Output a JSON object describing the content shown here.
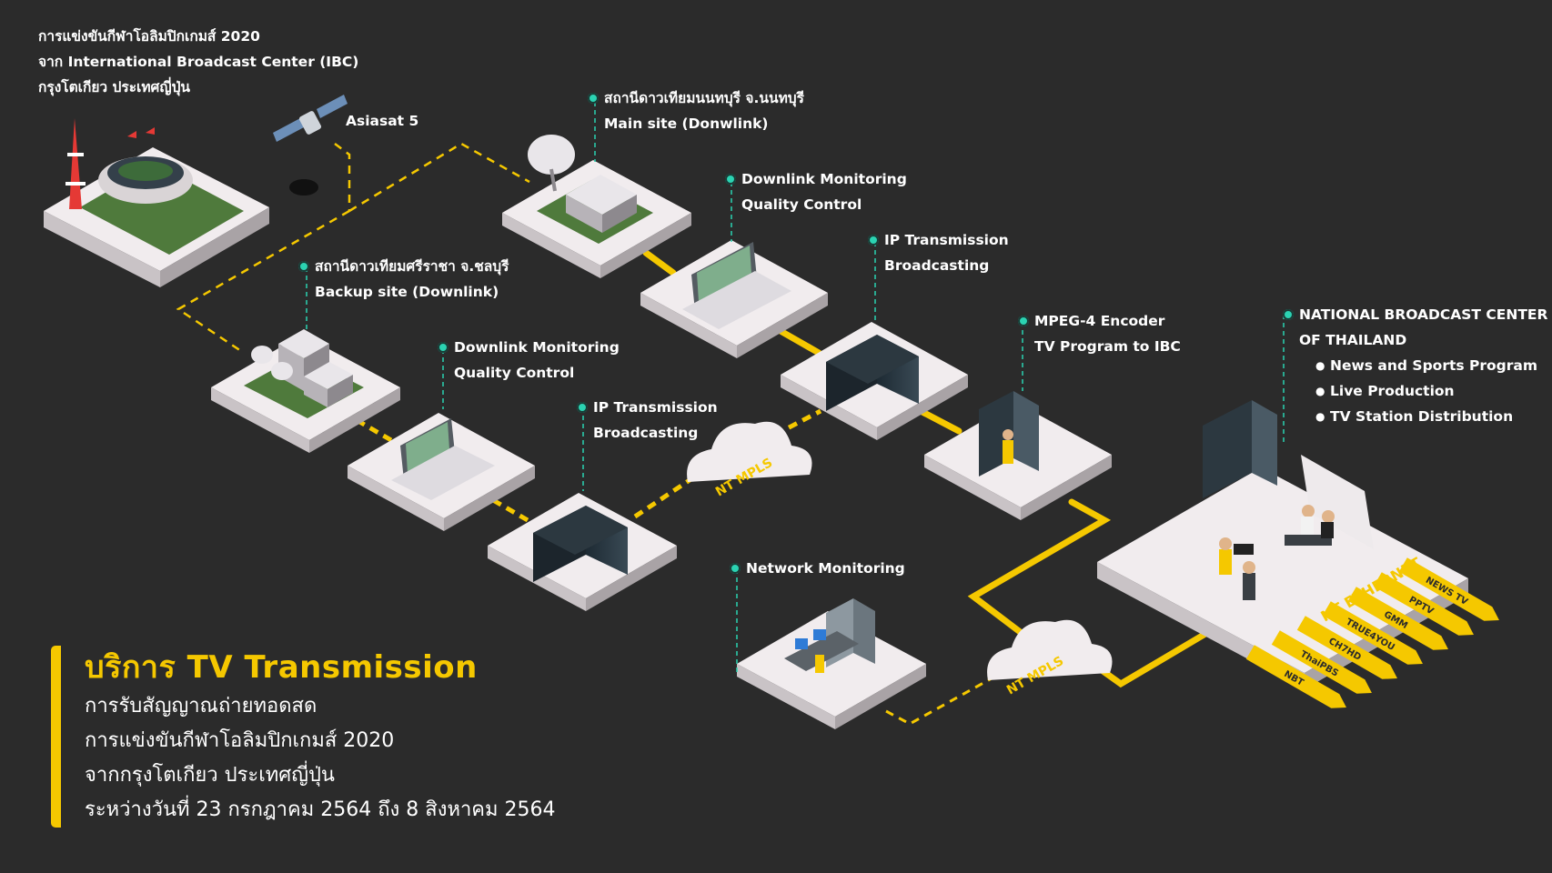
{
  "intro": {
    "lines": [
      "การแข่งขันกีฬาโอลิมปิกเกมส์ 2020",
      "จาก International Broadcast Center (IBC)",
      "กรุงโตเกียว ประเทศญี่ปุ่น"
    ]
  },
  "satellite_label": "Asiasat 5",
  "nodes": {
    "nonthaburi": {
      "line1": "สถานีดาวเทียมนนทบุรี จ.นนทบุรี",
      "line2": "Main site (Donwlink)"
    },
    "monitor_main": {
      "line1": "Downlink Monitoring",
      "line2": "Quality Control"
    },
    "ip_main": {
      "line1": "IP Transmission",
      "line2": "Broadcasting"
    },
    "sriracha": {
      "line1": "สถานีดาวเทียมศรีราชา จ.ชลบุรี",
      "line2": "Backup site (Downlink)"
    },
    "monitor_backup": {
      "line1": "Downlink Monitoring",
      "line2": "Quality Control"
    },
    "ip_backup": {
      "line1": "IP Transmission",
      "line2": "Broadcasting"
    },
    "encoder": {
      "line1": "MPEG-4 Encoder",
      "line2": "TV Program to IBC"
    },
    "network_monitoring": {
      "line1": "Network Monitoring"
    },
    "nbc": {
      "line1": "NATIONAL BROADCAST CENTER",
      "line2": "OF THAILAND",
      "bullets": [
        "News and Sports Program",
        "Live Production",
        "TV Station Distribution"
      ]
    }
  },
  "clouds": [
    "NT MPLS",
    "NT MPLS"
  ],
  "ethernet_label": "NT ETHERNET",
  "channels": [
    "NEWS TV",
    "PPTV",
    "GMM",
    "TRUE4YOU",
    "CH7HD",
    "ThaiPBS",
    "NBT"
  ],
  "service": {
    "title": "บริการ TV Transmission",
    "lines": [
      "การรับสัญญาณถ่ายทอดสด",
      "การแข่งขันกีฬาโอลิมปิกเกมส์ 2020",
      "จากกรุงโตเกียว ประเทศญี่ปุ่น",
      "ระหว่างวันที่ 23 กรกฎาคม 2564 ถึง 8 สิงหาคม 2564"
    ]
  },
  "colors": {
    "background": "#2b2b2b",
    "accent_yellow": "#f5c800",
    "dot_teal": "#2bd3b2",
    "platform_top": "#f1ecee",
    "platform_side": "#c9c3c6"
  }
}
